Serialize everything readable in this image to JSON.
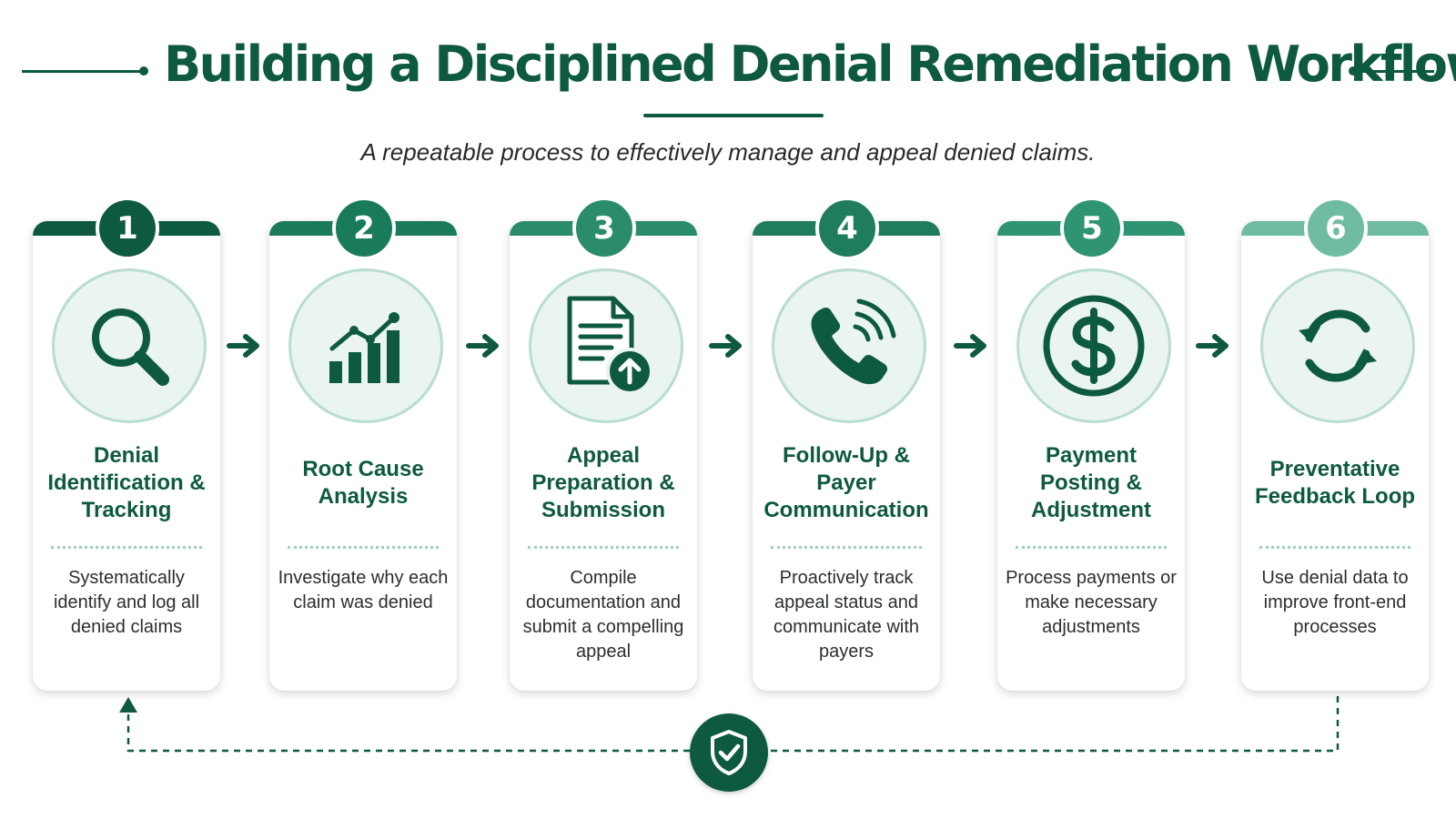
{
  "title": "Building a Disciplined Denial Remediation Workflow",
  "subtitle": "A repeatable process to effectively manage and appeal denied claims.",
  "colors": {
    "primary": "#0e5a40",
    "step_1": "#0e5a40",
    "step_2": "#1a7a5c",
    "step_3": "#2a8c6b",
    "step_4": "#1f7c5c",
    "step_5": "#2f9474",
    "step_6": "#6fbca2",
    "icon_background": "#eaf4f0",
    "divider": "#9fcfbd"
  },
  "steps": [
    {
      "number": "1",
      "icon": "magnifying-glass-icon",
      "title": "Denial Identification & Tracking",
      "description": "Systematically identify and log all denied claims"
    },
    {
      "number": "2",
      "icon": "bar-chart-trend-icon",
      "title": "Root Cause Analysis",
      "description": "Investigate why each claim was denied"
    },
    {
      "number": "3",
      "icon": "document-upload-icon",
      "title": "Appeal Preparation & Submission",
      "description": "Compile documentation and submit a compelling appeal"
    },
    {
      "number": "4",
      "icon": "phone-call-icon",
      "title": "Follow-Up & Payer Communication",
      "description": "Proactively track appeal status and communicate with payers"
    },
    {
      "number": "5",
      "icon": "dollar-coin-icon",
      "title": "Payment Posting & Adjustment",
      "description": "Process payments or make necessary adjustments"
    },
    {
      "number": "6",
      "icon": "refresh-cycle-icon",
      "title": "Preventative Feedback Loop",
      "description": "Use denial data to improve front-end processes"
    }
  ],
  "connectors": {
    "arrow_icon": "right-arrow-icon",
    "feedback_loop_icon": "shield-check-icon"
  }
}
